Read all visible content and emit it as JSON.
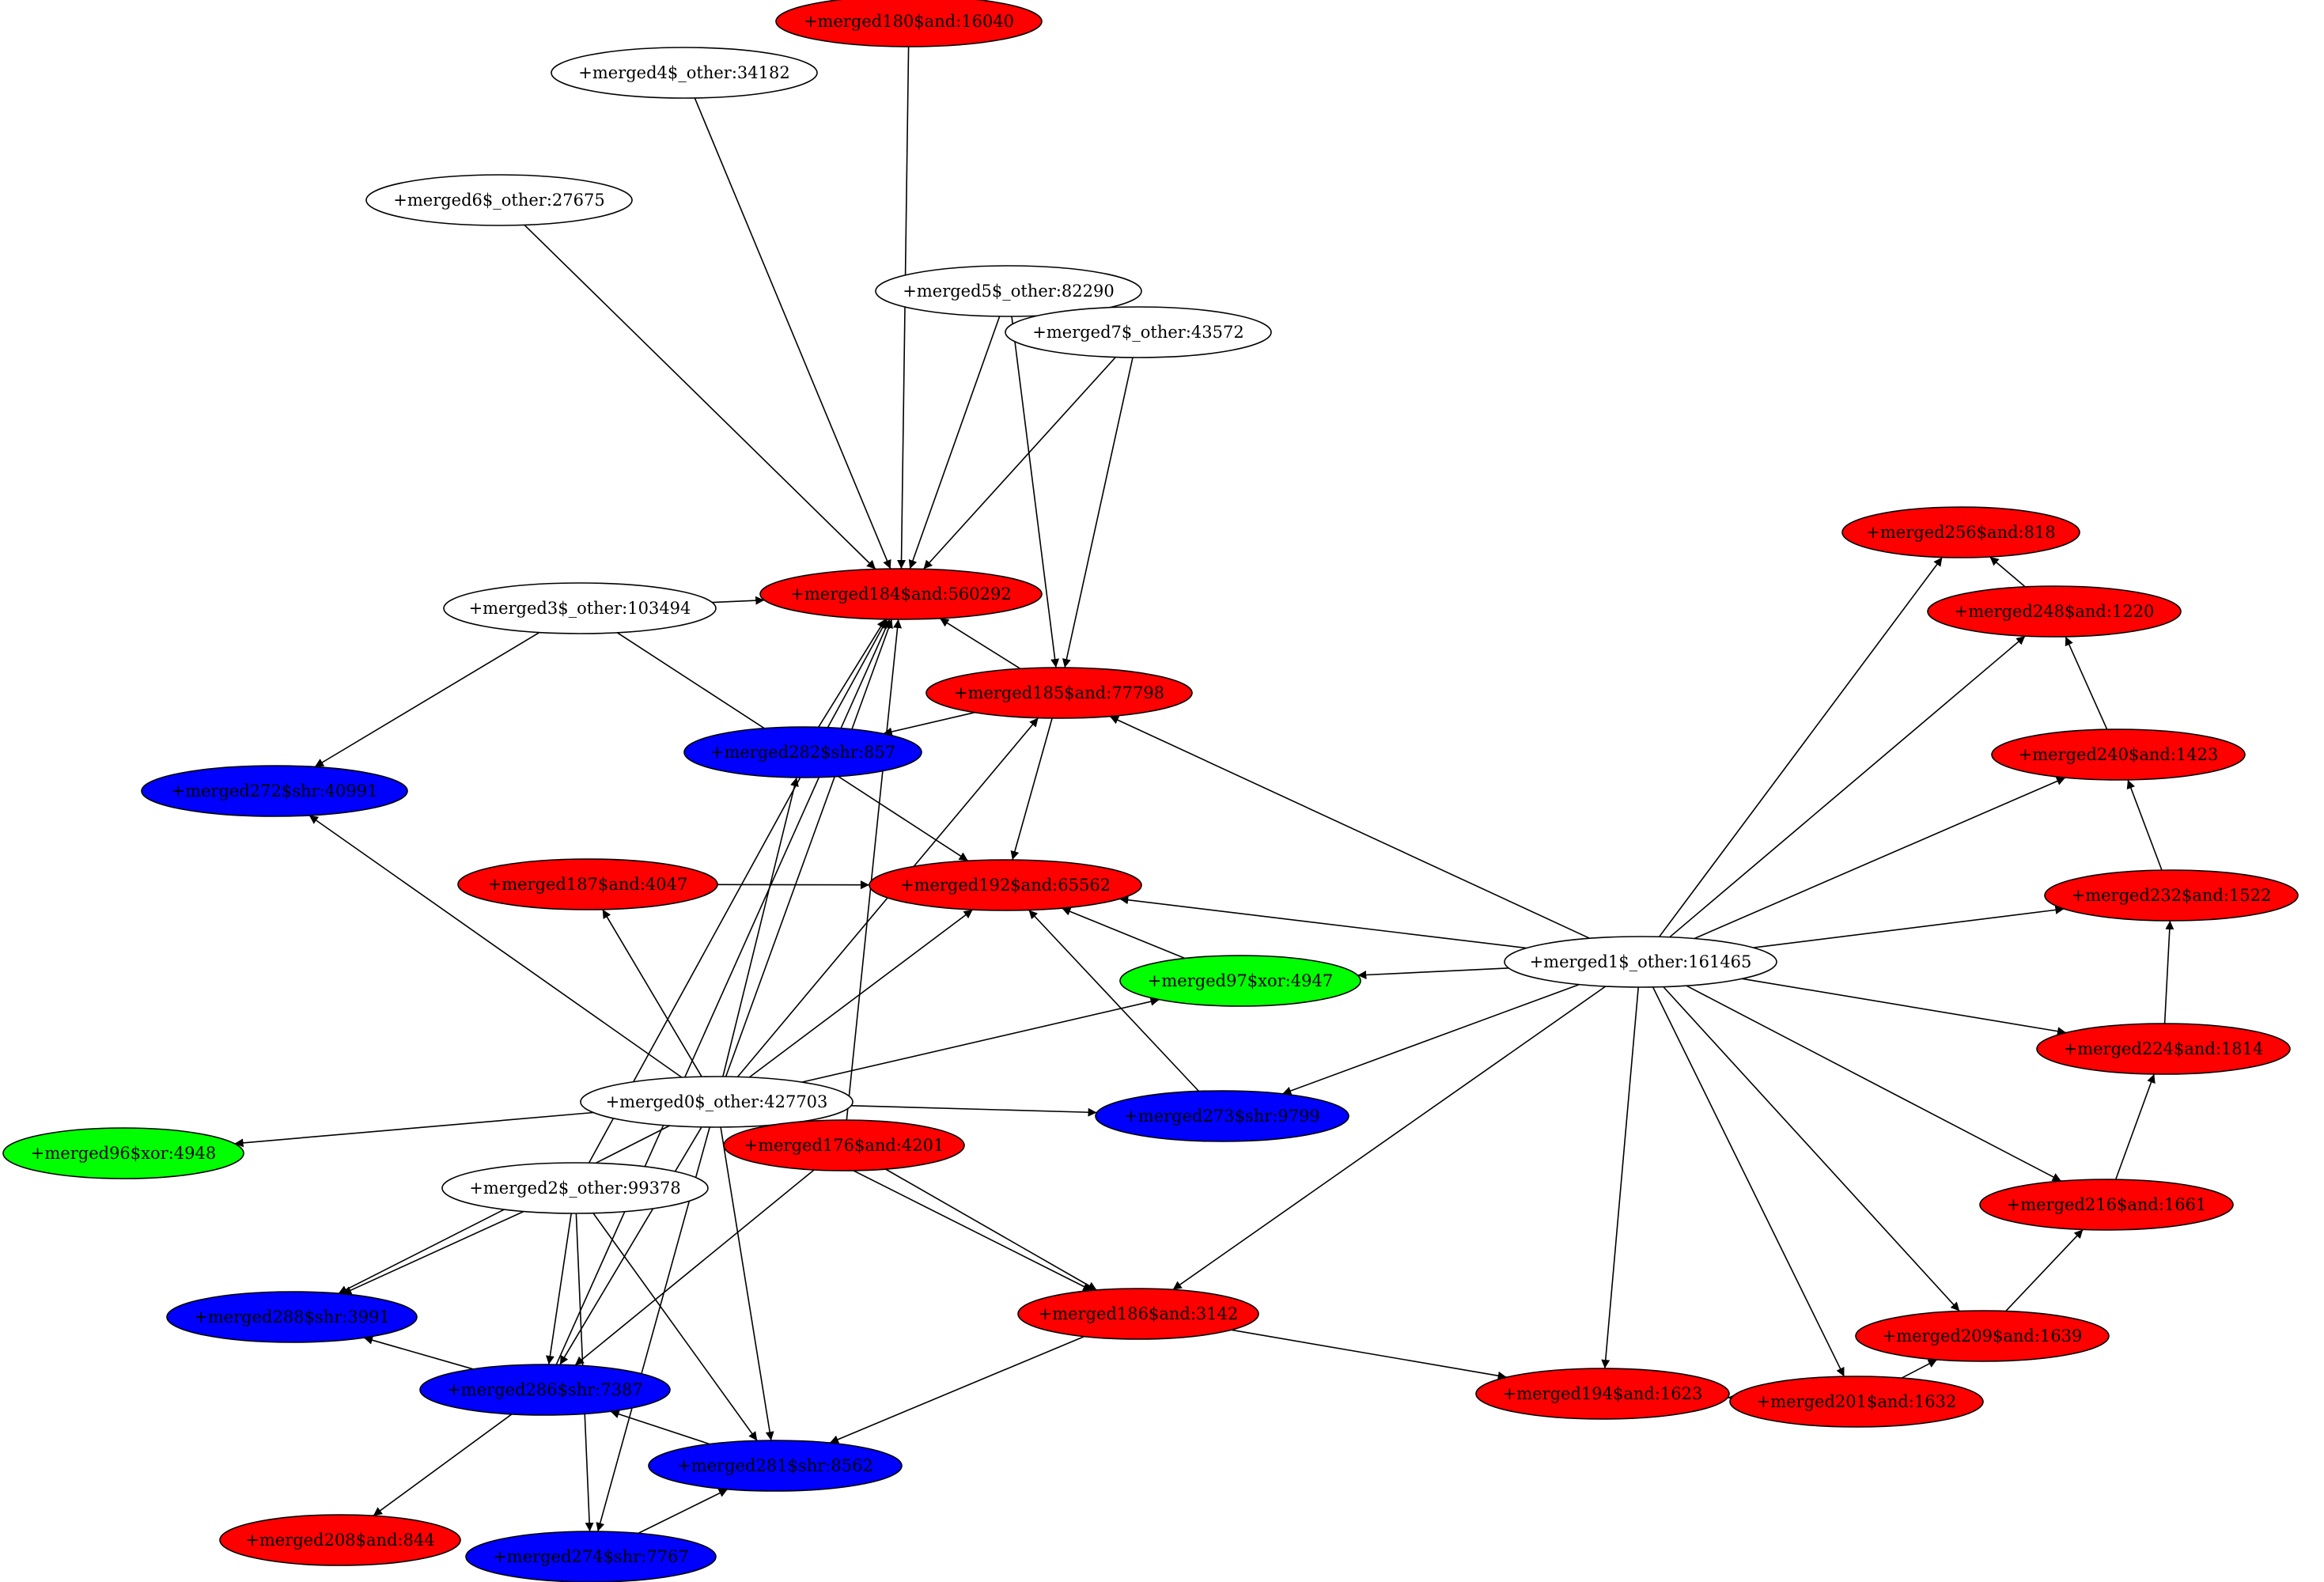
{
  "colors": {
    "and": "#ff0000",
    "shr": "#0000ff",
    "xor": "#00ff00",
    "other": "#ffffff",
    "edge": "#000000"
  },
  "nodes": [
    {
      "id": "n0",
      "label": "+merged0$_other:427703",
      "kind": "other"
    },
    {
      "id": "n1",
      "label": "+merged1$_other:161465",
      "kind": "other"
    },
    {
      "id": "n2",
      "label": "+merged2$_other:99378",
      "kind": "other"
    },
    {
      "id": "n3",
      "label": "+merged3$_other:103494",
      "kind": "other"
    },
    {
      "id": "n4",
      "label": "+merged4$_other:34182",
      "kind": "other"
    },
    {
      "id": "n5",
      "label": "+merged5$_other:82290",
      "kind": "other"
    },
    {
      "id": "n6",
      "label": "+merged6$_other:27675",
      "kind": "other"
    },
    {
      "id": "n7",
      "label": "+merged7$_other:43572",
      "kind": "other"
    },
    {
      "id": "n96",
      "label": "+merged96$xor:4948",
      "kind": "xor"
    },
    {
      "id": "n97",
      "label": "+merged97$xor:4947",
      "kind": "xor"
    },
    {
      "id": "n176",
      "label": "+merged176$and:4201",
      "kind": "and"
    },
    {
      "id": "n180",
      "label": "+merged180$and:16040",
      "kind": "and"
    },
    {
      "id": "n184",
      "label": "+merged184$and:560292",
      "kind": "and"
    },
    {
      "id": "n185",
      "label": "+merged185$and:77798",
      "kind": "and"
    },
    {
      "id": "n186",
      "label": "+merged186$and:3142",
      "kind": "and"
    },
    {
      "id": "n187",
      "label": "+merged187$and:4047",
      "kind": "and"
    },
    {
      "id": "n192",
      "label": "+merged192$and:65562",
      "kind": "and"
    },
    {
      "id": "n194",
      "label": "+merged194$and:1623",
      "kind": "and"
    },
    {
      "id": "n201",
      "label": "+merged201$and:1632",
      "kind": "and"
    },
    {
      "id": "n208",
      "label": "+merged208$and:844",
      "kind": "and"
    },
    {
      "id": "n209",
      "label": "+merged209$and:1639",
      "kind": "and"
    },
    {
      "id": "n216",
      "label": "+merged216$and:1661",
      "kind": "and"
    },
    {
      "id": "n224",
      "label": "+merged224$and:1814",
      "kind": "and"
    },
    {
      "id": "n232",
      "label": "+merged232$and:1522",
      "kind": "and"
    },
    {
      "id": "n240",
      "label": "+merged240$and:1423",
      "kind": "and"
    },
    {
      "id": "n248",
      "label": "+merged248$and:1220",
      "kind": "and"
    },
    {
      "id": "n256",
      "label": "+merged256$and:818",
      "kind": "and"
    },
    {
      "id": "n272",
      "label": "+merged272$shr:40991",
      "kind": "shr"
    },
    {
      "id": "n273",
      "label": "+merged273$shr:9799",
      "kind": "shr"
    },
    {
      "id": "n274",
      "label": "+merged274$shr:7767",
      "kind": "shr"
    },
    {
      "id": "n281",
      "label": "+merged281$shr:8562",
      "kind": "shr"
    },
    {
      "id": "n282",
      "label": "+merged282$shr:857",
      "kind": "shr"
    },
    {
      "id": "n286",
      "label": "+merged286$shr:7387",
      "kind": "shr"
    },
    {
      "id": "n288",
      "label": "+merged288$shr:3991",
      "kind": "shr"
    }
  ],
  "edges": [
    [
      "n180",
      "n184"
    ],
    [
      "n4",
      "n184"
    ],
    [
      "n6",
      "n184"
    ],
    [
      "n5",
      "n184"
    ],
    [
      "n5",
      "n185"
    ],
    [
      "n7",
      "n184"
    ],
    [
      "n7",
      "n185"
    ],
    [
      "n3",
      "n184"
    ],
    [
      "n3",
      "n272"
    ],
    [
      "n3",
      "n192"
    ],
    [
      "n185",
      "n184"
    ],
    [
      "n185",
      "n282"
    ],
    [
      "n185",
      "n192"
    ],
    [
      "n1",
      "n185"
    ],
    [
      "n282",
      "n184"
    ],
    [
      "n187",
      "n192"
    ],
    [
      "n0",
      "n187"
    ],
    [
      "n0",
      "n272"
    ],
    [
      "n0",
      "n282"
    ],
    [
      "n0",
      "n184"
    ],
    [
      "n0",
      "n192"
    ],
    [
      "n0",
      "n185"
    ],
    [
      "n0",
      "n97"
    ],
    [
      "n0",
      "n273"
    ],
    [
      "n0",
      "n96"
    ],
    [
      "n0",
      "n288"
    ],
    [
      "n0",
      "n286"
    ],
    [
      "n0",
      "n274"
    ],
    [
      "n0",
      "n281"
    ],
    [
      "n0",
      "n186"
    ],
    [
      "n176",
      "n184"
    ],
    [
      "n176",
      "n186"
    ],
    [
      "n176",
      "n286"
    ],
    [
      "n2",
      "n184"
    ],
    [
      "n2",
      "n288"
    ],
    [
      "n2",
      "n286"
    ],
    [
      "n2",
      "n274"
    ],
    [
      "n2",
      "n281"
    ],
    [
      "n286",
      "n184"
    ],
    [
      "n286",
      "n288"
    ],
    [
      "n286",
      "n208"
    ],
    [
      "n281",
      "n286"
    ],
    [
      "n274",
      "n281"
    ],
    [
      "n186",
      "n281"
    ],
    [
      "n186",
      "n194"
    ],
    [
      "n97",
      "n192"
    ],
    [
      "n273",
      "n192"
    ],
    [
      "n1",
      "n192"
    ],
    [
      "n1",
      "n97"
    ],
    [
      "n1",
      "n273"
    ],
    [
      "n1",
      "n186"
    ],
    [
      "n1",
      "n194"
    ],
    [
      "n1",
      "n201"
    ],
    [
      "n1",
      "n209"
    ],
    [
      "n1",
      "n216"
    ],
    [
      "n1",
      "n224"
    ],
    [
      "n1",
      "n232"
    ],
    [
      "n1",
      "n240"
    ],
    [
      "n1",
      "n248"
    ],
    [
      "n1",
      "n256"
    ],
    [
      "n201",
      "n194"
    ],
    [
      "n201",
      "n209"
    ],
    [
      "n209",
      "n216"
    ],
    [
      "n216",
      "n224"
    ],
    [
      "n224",
      "n232"
    ],
    [
      "n232",
      "n240"
    ],
    [
      "n240",
      "n248"
    ],
    [
      "n248",
      "n256"
    ]
  ]
}
